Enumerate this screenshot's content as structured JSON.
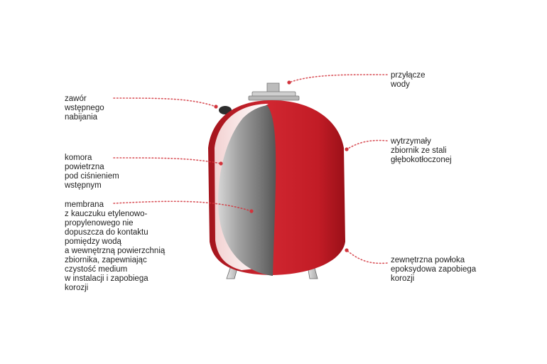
{
  "colors": {
    "tank_red": "#c81e28",
    "tank_red_dark": "#9e1119",
    "membrane_gray": "#8e8e8e",
    "pointer_red": "#d2343c",
    "text": "#222222"
  },
  "labels": {
    "valve": [
      "zawór",
      "wstępnego",
      "nabijania"
    ],
    "air_chamber": [
      "komora",
      "powietrzna",
      "pod ciśnieniem",
      "wstępnym"
    ],
    "membrane": [
      "membrana",
      "z kauczuku etylenowo-",
      "propylenowego nie",
      "dopuszcza do kontaktu",
      "pomiędzy wodą",
      "a wewnętrzną powierzchnią",
      "zbiornika, zapewniając",
      "czystość medium",
      "w instalacji i zapobiega",
      "korozji"
    ],
    "water_connection": [
      "przyłącze",
      "wody"
    ],
    "steel_tank": [
      "wytrzymały",
      "zbiornik ze stali",
      "głębokotłoczonej"
    ],
    "coating": [
      "zewnętrzna powłoka",
      "epoksydowa zapobiega",
      "korozji"
    ]
  }
}
